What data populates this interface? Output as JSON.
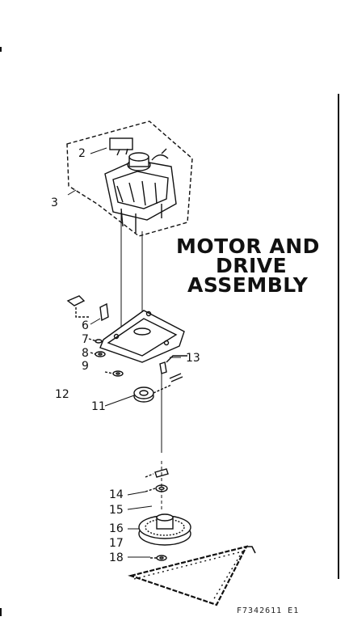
{
  "title": {
    "line1": "MOTOR AND",
    "line2": "DRIVE",
    "line3": "ASSEMBLY"
  },
  "callouts": {
    "c2": "2",
    "c3": "3",
    "c6": "6",
    "c7": "7",
    "c8": "8",
    "c9": "9",
    "c11": "11",
    "c12": "12",
    "c13": "13",
    "c14": "14",
    "c15": "15",
    "c16": "16",
    "c17": "17",
    "c18": "18"
  },
  "drawing_code": "F7342611 E1"
}
